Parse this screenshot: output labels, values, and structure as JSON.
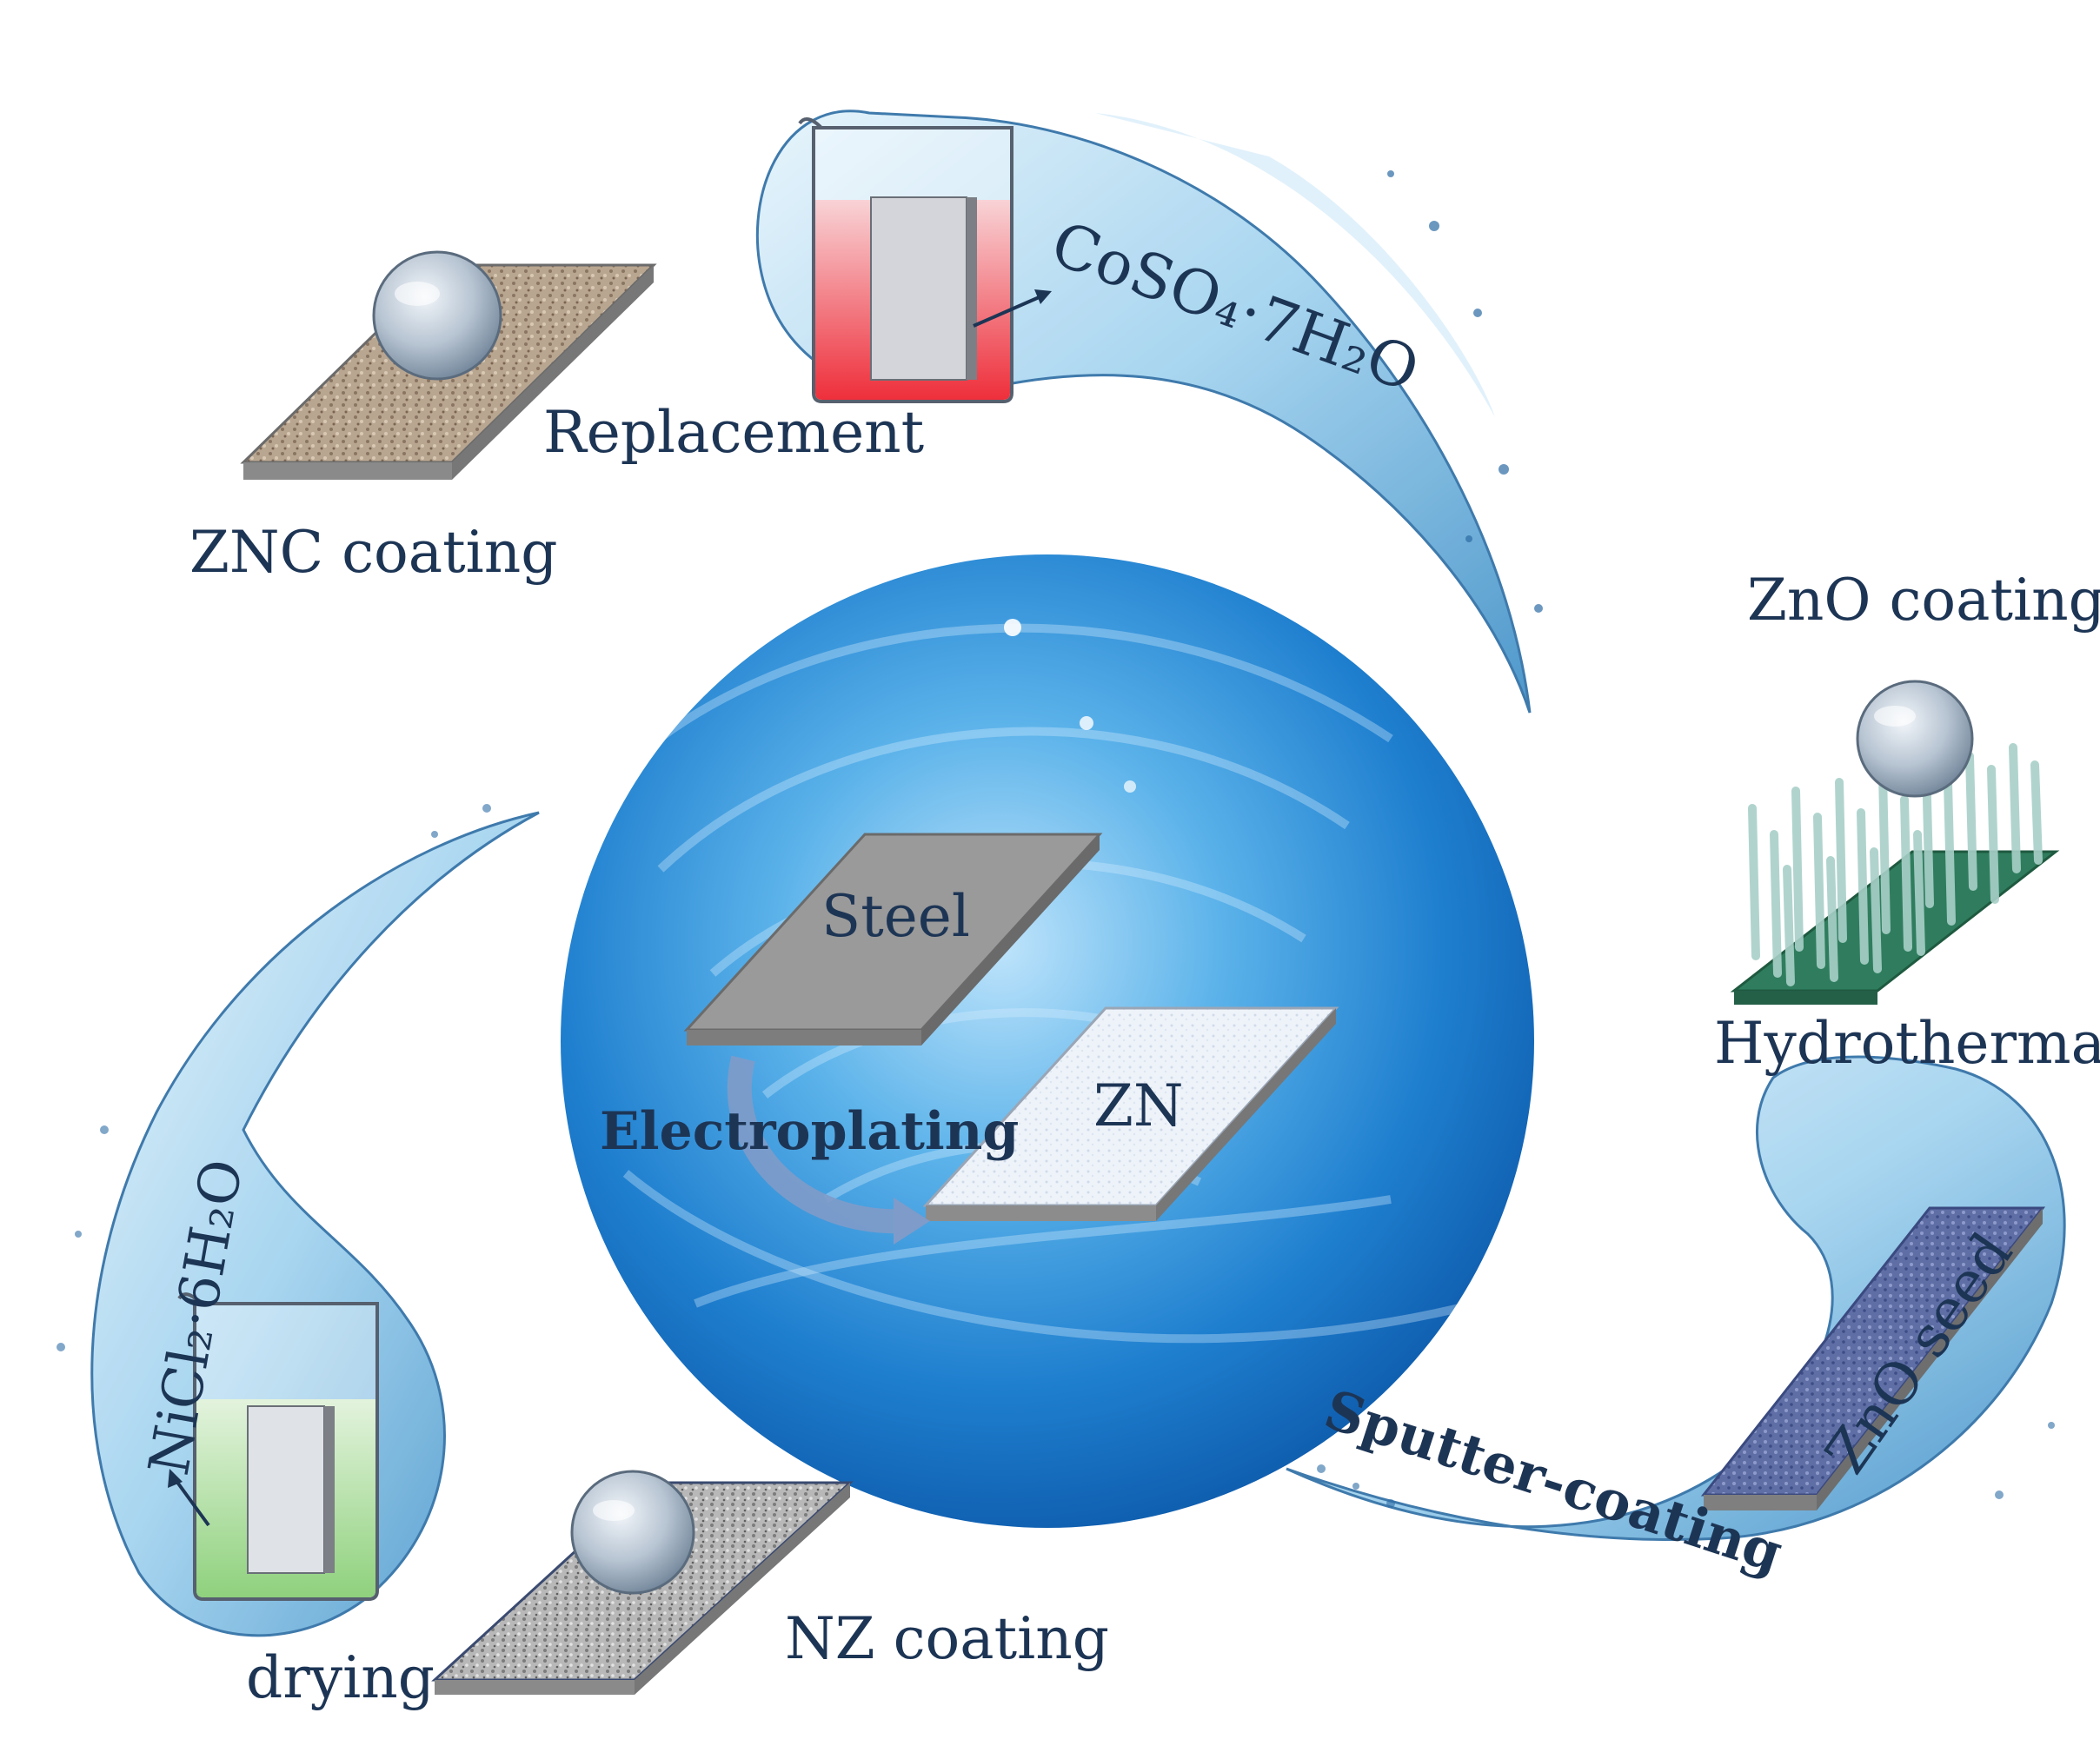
{
  "diagram": {
    "center": {
      "steel_label": "Steel",
      "zn_label": "ZN",
      "process_label": "Electroplating"
    },
    "top": {
      "chemical": "CoSO₄·7H₂O",
      "process_label": "Replacement",
      "product_label": "ZNC coating"
    },
    "right": {
      "product_label": "ZnO coating",
      "process_label": "Hydrothermal",
      "seed_label": "ZnO seed",
      "deposition_label": "Sputter-coating"
    },
    "left": {
      "chemical": "NiCl₂·6H₂O",
      "process_label": "drying",
      "product_label": "NZ coating"
    }
  }
}
